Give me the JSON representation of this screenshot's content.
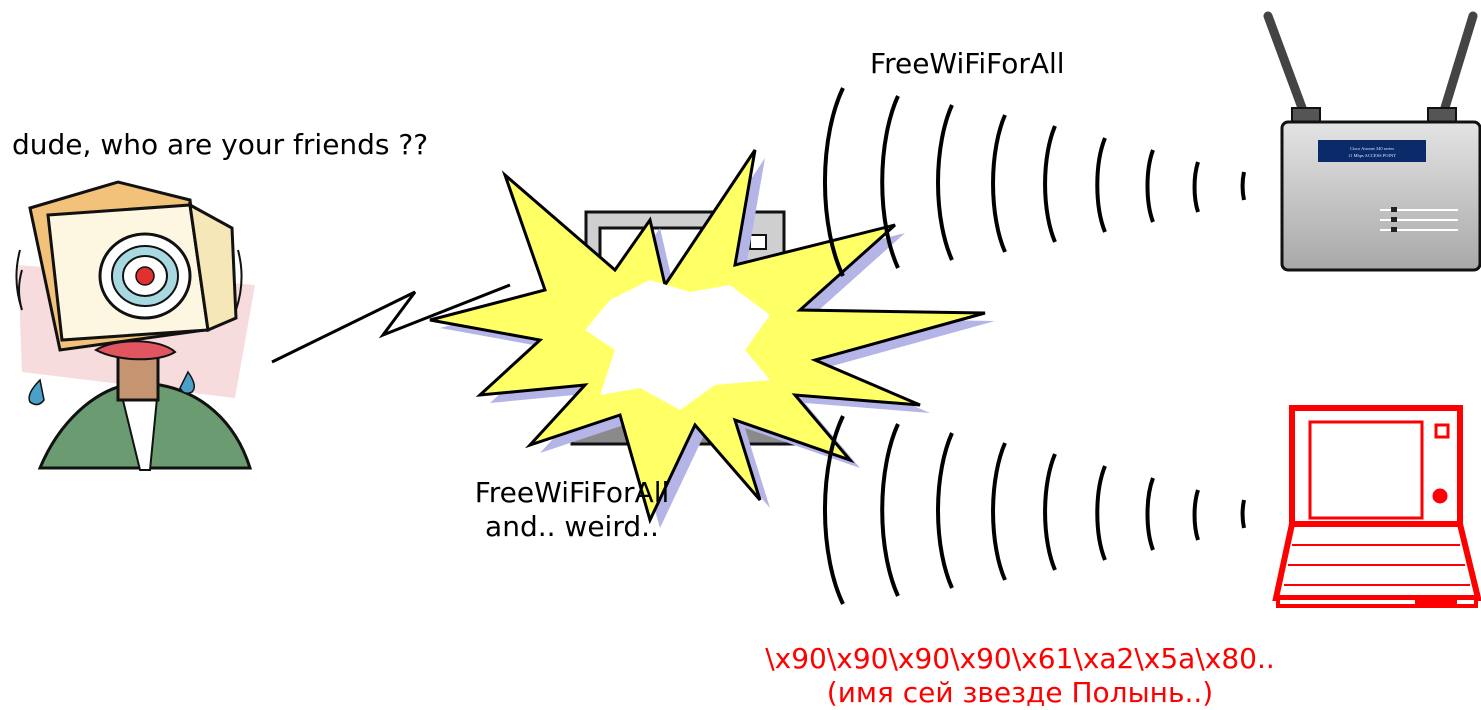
{
  "victim_question": "dude, who are your friends ??",
  "ap_ssid_label": "FreeWiFiForAll",
  "victim_probe_label": {
    "line1": "FreeWiFiForAll",
    "line2": "and.. weird.."
  },
  "attacker_payload": {
    "line1": "\\x90\\x90\\x90\\x90\\x61\\xa2\\x5a\\x80..",
    "line2": "(имя сей звезде Полынь..)"
  },
  "ap_device_label": {
    "line1": "Cisco Aironet 340 series",
    "line2": "11 Mbps ACCESS POINT"
  },
  "colors": {
    "attacker": "#ff0000",
    "text": "#000000",
    "explosion": "#ffff66",
    "explosion_shadow": "#b4b4e6",
    "ap_body": "#c8c8c8",
    "ap_panel": "#0a2a6a"
  }
}
